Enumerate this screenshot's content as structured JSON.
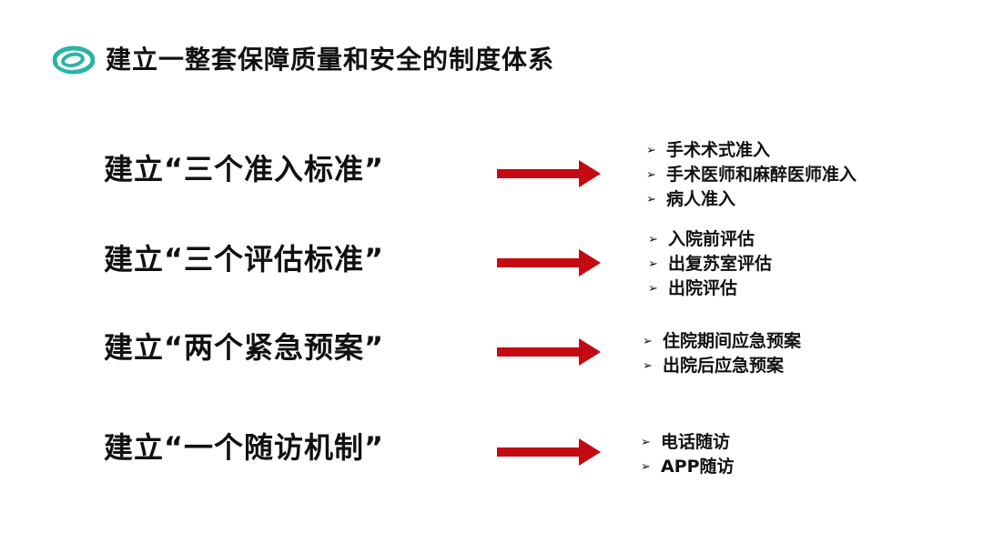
{
  "slide": {
    "title": "建立一整套保障质量和安全的制度体系",
    "accent_color": "#2bb3a3",
    "arrow_color": "#c40a12",
    "bullet_glyph": "➢",
    "rows": [
      {
        "label": "建立“三个准入标准”",
        "items": [
          "手术术式准入",
          "手术医师和麻醉医师准入",
          "病人准入"
        ]
      },
      {
        "label": "建立“三个评估标准”",
        "items": [
          "入院前评估",
          "出复苏室评估",
          "出院评估"
        ]
      },
      {
        "label": "建立“两个紧急预案”",
        "items": [
          "住院期间应急预案",
          "出院后应急预案"
        ]
      },
      {
        "label": "建立“一个随访机制”",
        "items": [
          "电话随访",
          "APP随访"
        ]
      }
    ]
  }
}
